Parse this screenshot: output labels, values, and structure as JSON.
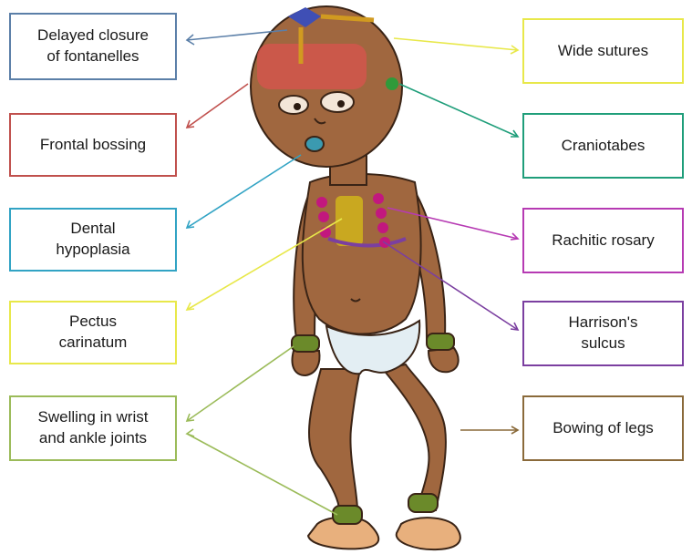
{
  "labels": {
    "fontanelles": {
      "text": "Delayed closure\nof fontanelles",
      "color": "#5b7fa8"
    },
    "frontal": {
      "text": "Frontal bossing",
      "color": "#c0504d"
    },
    "dental": {
      "text": "Dental\nhypoplasia",
      "color": "#31a3c4"
    },
    "pectus": {
      "text": "Pectus\ncarinatum",
      "color": "#e8e84a"
    },
    "wrist": {
      "text": "Swelling in wrist\nand ankle joints",
      "color": "#9bbb59"
    },
    "sutures": {
      "text": "Wide sutures",
      "color": "#e8e84a"
    },
    "craniotabes": {
      "text": "Craniotabes",
      "color": "#1f9e7a"
    },
    "rosary": {
      "text": "Rachitic rosary",
      "color": "#b63ab3"
    },
    "harrison": {
      "text": "Harrison's\nsulcus",
      "color": "#7b3fa0"
    },
    "legs": {
      "text": "Bowing of legs",
      "color": "#8a6a3a"
    }
  }
}
